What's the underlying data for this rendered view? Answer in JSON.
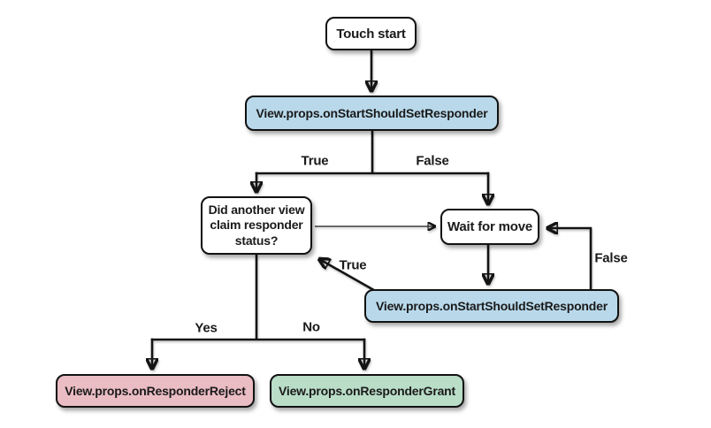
{
  "diagram": {
    "type": "flowchart",
    "subject": "touch-responder-flow",
    "colors": {
      "callback_blue": "#b9d9eb",
      "reject_pink": "#eabcc3",
      "grant_green": "#b9ddc7",
      "plain_white": "#ffffff",
      "line_black": "#141414"
    },
    "nodes": {
      "touch_start": {
        "label": "Touch start"
      },
      "callback_top": {
        "label": "View.props.onStartShouldSetResponder"
      },
      "decision": {
        "label": "Did another view\nclaim responder\nstatus?"
      },
      "wait_for_move": {
        "label": "Wait for move"
      },
      "callback_bottom": {
        "label": "View.props.onStartShouldSetResponder"
      },
      "responder_reject": {
        "label": "View.props.onResponderReject"
      },
      "responder_grant": {
        "label": "View.props.onResponderGrant"
      }
    },
    "edge_labels": {
      "true_top": "True",
      "false_top": "False",
      "true_diagonal": "True",
      "false_loop": "False",
      "yes": "Yes",
      "no": "No"
    }
  }
}
